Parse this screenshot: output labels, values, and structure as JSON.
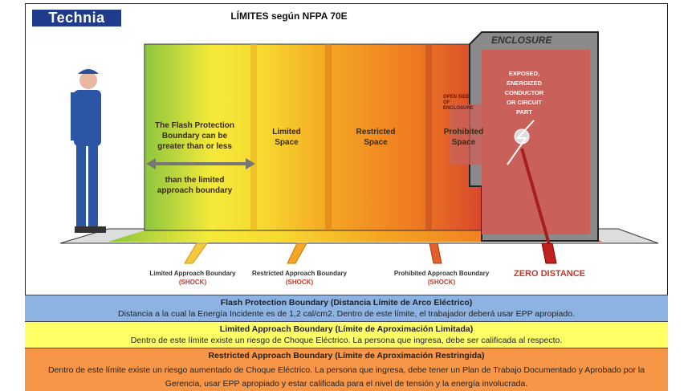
{
  "logo": "Technia",
  "title": "LÍMITES según NFPA 70E",
  "diagram": {
    "flash_text_1": "The Flash Protection Boundary can be greater than or less",
    "flash_text_2": "than the limited approach boundary",
    "limited_space": "Limited Space",
    "restricted_space": "Restricted Space",
    "prohibited_space": "Prohibited Space",
    "open_side": "OPEN SIDE OF ENCLOSURE",
    "enclosure": "ENCLOSURE",
    "exposed": "EXPOSED, ENERGIZED CONDUCTOR OR CIRCUIT PART",
    "limited_boundary": "Limited Approach Boundary",
    "restricted_boundary": "Restricted Approach Boundary",
    "prohibited_boundary": "Prohibited Approach Boundary",
    "shock": "(SHOCK)",
    "zero_distance": "ZERO DISTANCE"
  },
  "table": [
    {
      "heading": "Flash Protection Boundary (Distancia Límite de Arco Eléctrico)",
      "text": "Distancia a la cual la Energía Incidente es de 1,2 cal/cm2. Dentro de este límite, el trabajador deberá usar EPP apropiado.",
      "color": "#8db3e2"
    },
    {
      "heading": "Limited Approach Boundary (Límite de Aproximación Limitada)",
      "text": "Dentro de este límite existe un riesgo de Choque Eléctrico. La persona que ingresa, debe ser calificada al respecto.",
      "color": "#ffff66"
    },
    {
      "heading": "Restricted Approach Boundary (Límite de Aproximación Restringida)",
      "text": "Dentro de este límite existe un riesgo aumentado de Choque Eléctrico. La persona que ingresa, debe tener un Plan de Trabajo Documentado y Aprobado por la Gerencia, usar EPP apropiado y estar calificada para el nivel de tensión y la energía involucrada.",
      "color": "#f79646"
    }
  ]
}
